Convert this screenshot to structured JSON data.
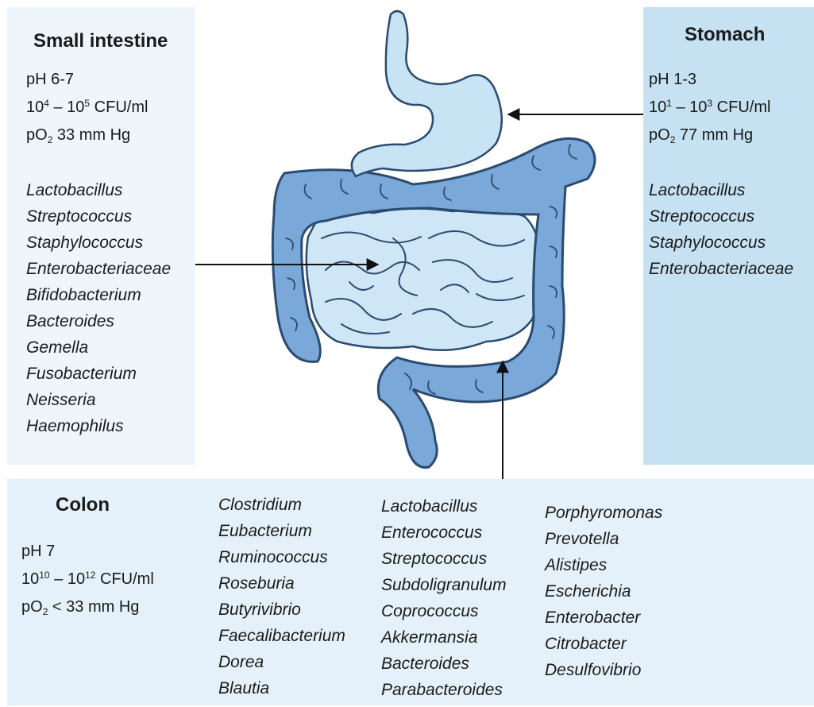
{
  "small_intestine": {
    "title": "Small intestine",
    "ph": "pH 6-7",
    "cfu": {
      "base1": "10",
      "exp1": "4",
      "mid": " – 10",
      "exp2": "5",
      "tail": " CFU/ml"
    },
    "po2": {
      "pre": "pO",
      "sub": "2",
      "post": " 33 mm Hg"
    },
    "bacteria": [
      "Lactobacillus",
      "Streptococcus",
      "Staphylococcus",
      "Enterobacteriaceae",
      "Bifidobacterium",
      "Bacteroides",
      "Gemella",
      "Fusobacterium",
      "Neisseria",
      "Haemophilus"
    ]
  },
  "stomach": {
    "title": "Stomach",
    "ph": "pH 1-3",
    "cfu": {
      "base1": "10",
      "exp1": "1",
      "mid": " – 10",
      "exp2": "3",
      "tail": " CFU/ml"
    },
    "po2": {
      "pre": "pO",
      "sub": "2",
      "post": " 77 mm Hg"
    },
    "bacteria": [
      "Lactobacillus",
      "Streptococcus",
      "Staphylococcus",
      "Enterobacteriaceae"
    ]
  },
  "colon": {
    "title": "Colon",
    "ph": "pH 7",
    "cfu": {
      "base1": "10",
      "exp1": "10",
      "mid": " – 10",
      "exp2": "12",
      "tail": "  CFU/ml"
    },
    "po2": {
      "pre": "pO",
      "sub": "2",
      "post": " < 33 mm Hg"
    },
    "bacteria_col1": [
      "Clostridium",
      "Eubacterium",
      "Ruminococcus",
      "Roseburia",
      "Butyrivibrio",
      "Faecalibacterium",
      "Dorea",
      "Blautia"
    ],
    "bacteria_col2": [
      "Lactobacillus",
      "Enterococcus",
      "Streptococcus",
      "Subdoligranulum",
      "Coprococcus",
      "Akkermansia",
      "Bacteroides",
      "Parabacteroides"
    ],
    "bacteria_col3": [
      "Porphyromonas",
      "Prevotella",
      "Alistipes",
      "Escherichia",
      "Enterobacter",
      "Citrobacter",
      "Desulfovibrio"
    ]
  },
  "colors": {
    "colon_fill": "#7aa8d8",
    "colon_stroke": "#2b4b6f",
    "stomach_fill": "#c8e3f4",
    "intestine_fill": "#cfe6f6",
    "stomach_panel": "#c5e1f2",
    "small_intestine_panel": "#eef5fb",
    "colon_panel": "#e5f1fa"
  }
}
